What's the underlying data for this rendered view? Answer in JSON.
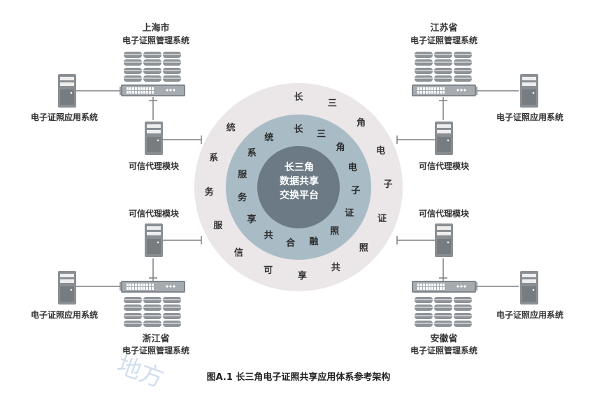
{
  "core": {
    "lines": [
      "长三角",
      "数据共享",
      "交换平台"
    ]
  },
  "middle_ring": [
    "长",
    "三",
    "角",
    "电",
    "子",
    "证",
    "照",
    "融",
    "合",
    "共",
    "享",
    "务",
    "服",
    "系",
    "统"
  ],
  "outer_ring": [
    "长",
    "三",
    "角",
    "电",
    "子",
    "证",
    "照",
    "共",
    "享",
    "可",
    "信",
    "服",
    "务",
    "系",
    "统"
  ],
  "nodes": {
    "shanghai": {
      "name": "上海市",
      "system": "电子证照管理系统"
    },
    "jiangsu": {
      "name": "江苏省",
      "system": "电子证照管理系统"
    },
    "zhejiang": {
      "name": "浙江省",
      "system": "电子证照管理系统"
    },
    "anhui": {
      "name": "安徽省",
      "system": "电子证照管理系统"
    }
  },
  "labels": {
    "app_system": "电子证照应用系统",
    "trust_module": "可信代理模块"
  },
  "caption": "图A.1  长三角电子证照共享应用体系参考架构",
  "watermark": "地方",
  "colors": {
    "outer_ring": "#ebe6e7",
    "middle_ring": "#a9bcc6",
    "core": "#6b7a84",
    "equipment": "#8a8f94",
    "line": "#7a7f84"
  }
}
